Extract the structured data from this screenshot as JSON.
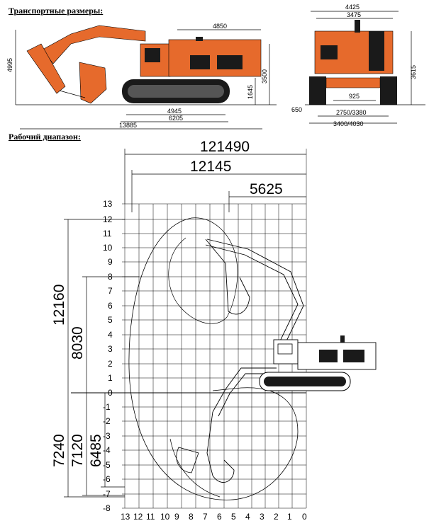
{
  "sections": {
    "transport_title": "Транспортные размеры:",
    "range_title": "Рабочий диапазон:"
  },
  "transport": {
    "side_length_upper": "4850",
    "side_height_total": "4995",
    "side_height_cab": "3500",
    "side_clearance": "1645",
    "side_track_length": "4945",
    "side_track_total": "6205",
    "side_overall_length": "13885",
    "front_width_total": "4425",
    "front_width_upper": "3475",
    "front_height": "3615",
    "front_ground_clearance": "925",
    "front_shoe_width": "650",
    "front_gauge": "2750/3380",
    "front_track_width": "3400/4030"
  },
  "range": {
    "top_dim_1": "121490",
    "top_dim_2": "12145",
    "top_dim_3": "5625",
    "left_dim_a": "12160",
    "left_dim_b": "8030",
    "left_dim_c": "7240",
    "left_dim_d": "7120",
    "left_dim_e": "6485",
    "y_ticks": [
      "13",
      "12",
      "11",
      "10",
      "9",
      "8",
      "7",
      "6",
      "5",
      "4",
      "3",
      "2",
      "1",
      "0",
      "-1",
      "-2",
      "-3",
      "-4",
      "-5",
      "-6",
      "-7",
      "-8"
    ],
    "x_ticks": [
      "13",
      "12",
      "11",
      "10",
      "9",
      "8",
      "7",
      "6",
      "5",
      "4",
      "3",
      "2",
      "1",
      "0"
    ]
  },
  "colors": {
    "machine_body": "#e66a2c",
    "machine_dark": "#1a1a1a",
    "line": "#000000"
  }
}
